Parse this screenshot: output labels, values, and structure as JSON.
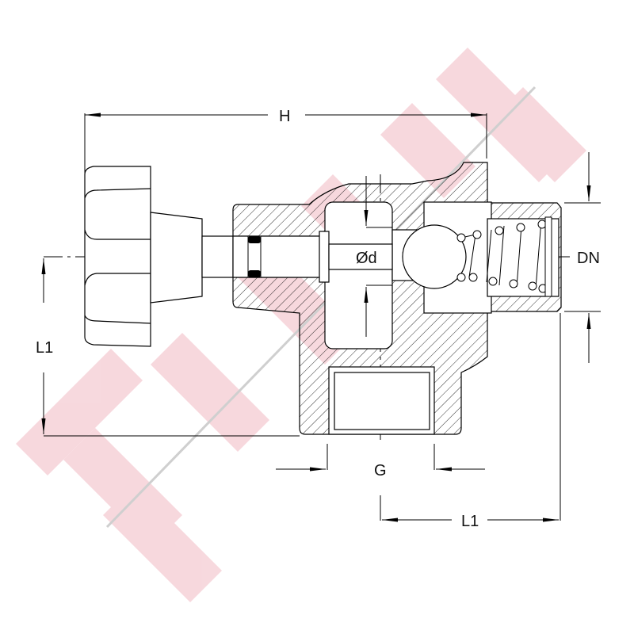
{
  "diagram": {
    "type": "technical-section-drawing",
    "subject": "angle valve with handwheel, ball check and spring",
    "colors": {
      "line": "#000000",
      "watermark": "#f4c9d0",
      "watermark_line": "#d0d0d0",
      "background": "#ffffff"
    },
    "dimensions": {
      "h_label": "H",
      "l1_left_label": "L1",
      "dn_label": "DN",
      "d_label": "Ød",
      "g_label": "G",
      "l1_bottom_label": "L1"
    },
    "components": [
      "handwheel",
      "stem",
      "o-ring",
      "valve-body",
      "check-ball",
      "spring",
      "outlet-port",
      "inlet-thread"
    ]
  }
}
